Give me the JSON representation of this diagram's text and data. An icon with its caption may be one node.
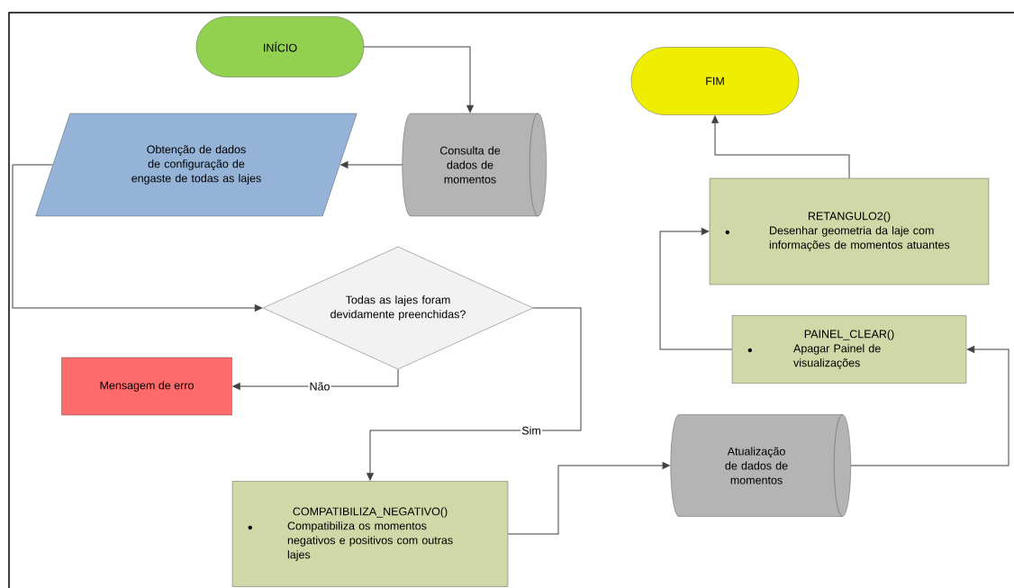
{
  "diagram": {
    "nodes": [
      {
        "text": [
          "INÍCIO"
        ]
      },
      {
        "text": [
          "Consulta de dados de momentos"
        ]
      },
      {
        "text": [
          "Obtenção de dados de configuração de engaste de todas as lajes"
        ]
      },
      {
        "text": [
          "Todas as lajes foram devidamente preenchidas?"
        ]
      },
      {
        "text": [
          "Mensagem de erro"
        ]
      },
      {
        "text": [
          "COMPATIBILIZA_NEGATIVO()",
          "Compatibiliza os momentos negativos e positivos com outras lajes"
        ]
      },
      {
        "text": [
          "Atualização de dados de momentos"
        ]
      },
      {
        "text": [
          "RETANGULO2()",
          "Desenhar geometria da laje com informações de momentos atuantes"
        ]
      },
      {
        "text": [
          "PAINEL_CLEAR()",
          "Apagar Painel de visualizações"
        ]
      },
      {
        "text": [
          "FIM"
        ]
      }
    ],
    "edges": [
      {
        "from": 0,
        "to": 1,
        "arrow": "to"
      },
      {
        "from": 1,
        "to": 2,
        "arrow": "to"
      },
      {
        "from": 2,
        "to": 3,
        "arrow": "to"
      },
      {
        "from": 3,
        "to": 4,
        "arrow": "to",
        "label": "Não"
      },
      {
        "from": 3,
        "to": 5,
        "arrow": "to",
        "label": "Sim"
      },
      {
        "from": 5,
        "to": 6,
        "arrow": "to"
      },
      {
        "from": 6,
        "to": 8,
        "arrow": "to"
      },
      {
        "from": 8,
        "to": 7,
        "arrow": "to"
      },
      {
        "from": 7,
        "to": 9,
        "arrow": "to"
      }
    ]
  }
}
